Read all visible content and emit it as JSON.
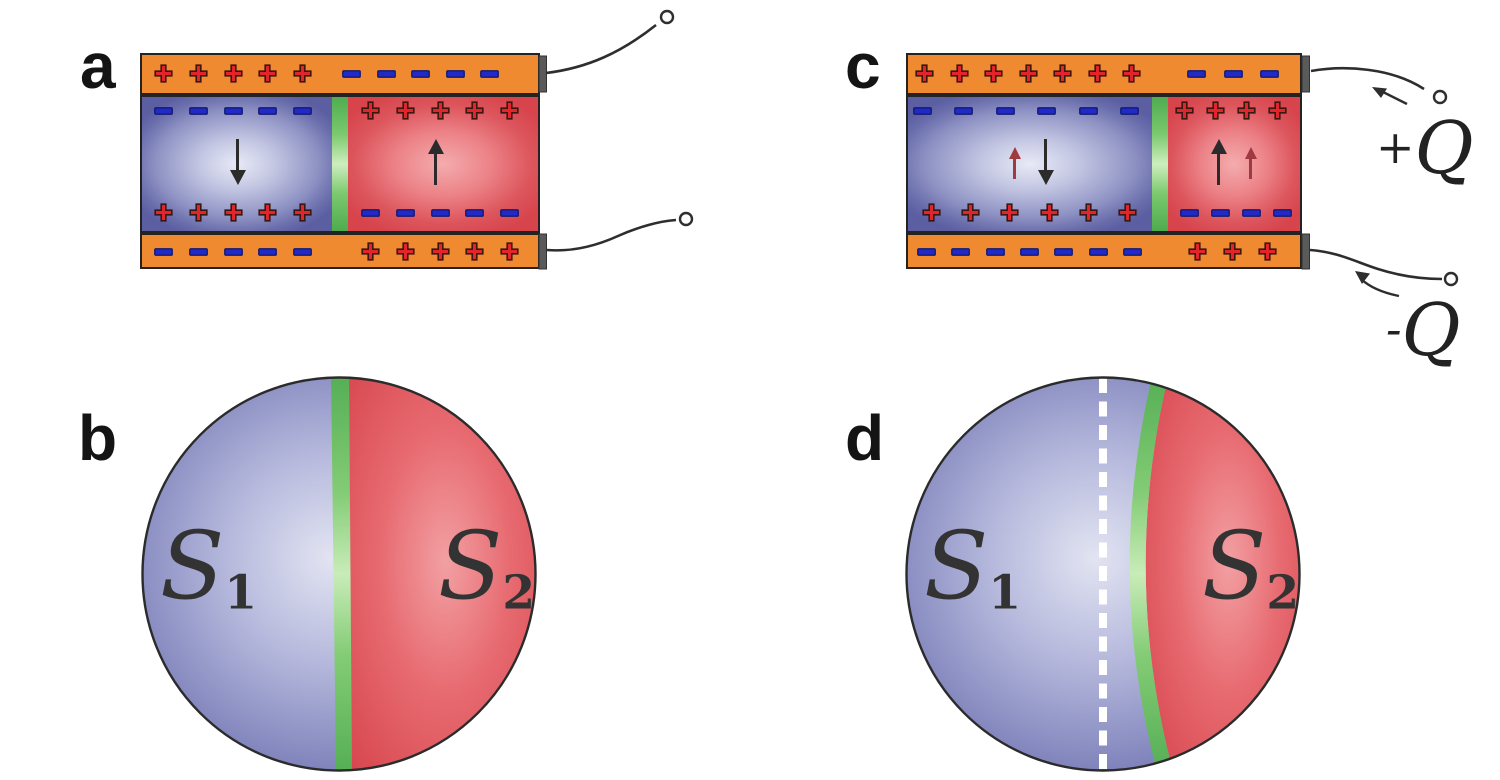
{
  "figure": {
    "colors": {
      "electrode_orange": "#EF8A30",
      "plus_red": "#E3242B",
      "minus_blue": "#2129C8",
      "domain_blue_edge": "#5B5FA2",
      "domain_blue_center": "#E8EAF6",
      "domain_red_edge": "#D7444C",
      "domain_red_center": "#F4ACAE",
      "domain_wall_green": "#56B156",
      "wire_gray": "#2E2E2E",
      "dashed_line_white": "#FFFFFF"
    },
    "panels": {
      "a": {
        "label": "a",
        "top_electrode": {
          "left": {
            "type": "plus",
            "count": 5
          },
          "right": {
            "type": "minus",
            "count": 5
          }
        },
        "film_top": {
          "left": {
            "type": "minus",
            "count": 5
          },
          "right": {
            "type": "plus",
            "count": 5
          }
        },
        "film_bottom": {
          "left": {
            "type": "plus",
            "count": 5
          },
          "right": {
            "type": "minus",
            "count": 5
          }
        },
        "bottom_electrode": {
          "left": {
            "type": "minus",
            "count": 5
          },
          "right": {
            "type": "plus",
            "count": 5
          }
        },
        "arrows": [
          {
            "domain": "left",
            "direction": "down",
            "color": "black"
          },
          {
            "domain": "right",
            "direction": "up",
            "color": "black"
          }
        ]
      },
      "b": {
        "label": "b",
        "domain_left_label": {
          "base": "S",
          "sub": "1"
        },
        "domain_right_label": {
          "base": "S",
          "sub": "2"
        }
      },
      "c": {
        "label": "c",
        "top_electrode": {
          "left": {
            "type": "plus",
            "count": 7
          },
          "right": {
            "type": "minus",
            "count": 3
          }
        },
        "film_top": {
          "left": {
            "type": "minus",
            "count": 6
          },
          "right": {
            "type": "plus",
            "count": 4
          }
        },
        "film_bottom": {
          "left": {
            "type": "plus",
            "count": 6
          },
          "right": {
            "type": "minus",
            "count": 4
          }
        },
        "bottom_electrode": {
          "left": {
            "type": "minus",
            "count": 7
          },
          "right": {
            "type": "plus",
            "count": 3
          }
        },
        "arrows": [
          {
            "domain": "left",
            "direction": "up",
            "color": "maroon"
          },
          {
            "domain": "left",
            "direction": "down",
            "color": "black"
          },
          {
            "domain": "right",
            "direction": "up",
            "color": "black"
          },
          {
            "domain": "right",
            "direction": "up",
            "color": "maroon"
          }
        ],
        "wire_labels": {
          "top": {
            "sign": "+",
            "symbol": "Q"
          },
          "bottom": {
            "sign": "-",
            "symbol": "Q"
          }
        }
      },
      "d": {
        "label": "d",
        "domain_left_label": {
          "base": "S",
          "sub": "1"
        },
        "domain_right_label": {
          "base": "S",
          "sub": "2"
        }
      }
    }
  }
}
